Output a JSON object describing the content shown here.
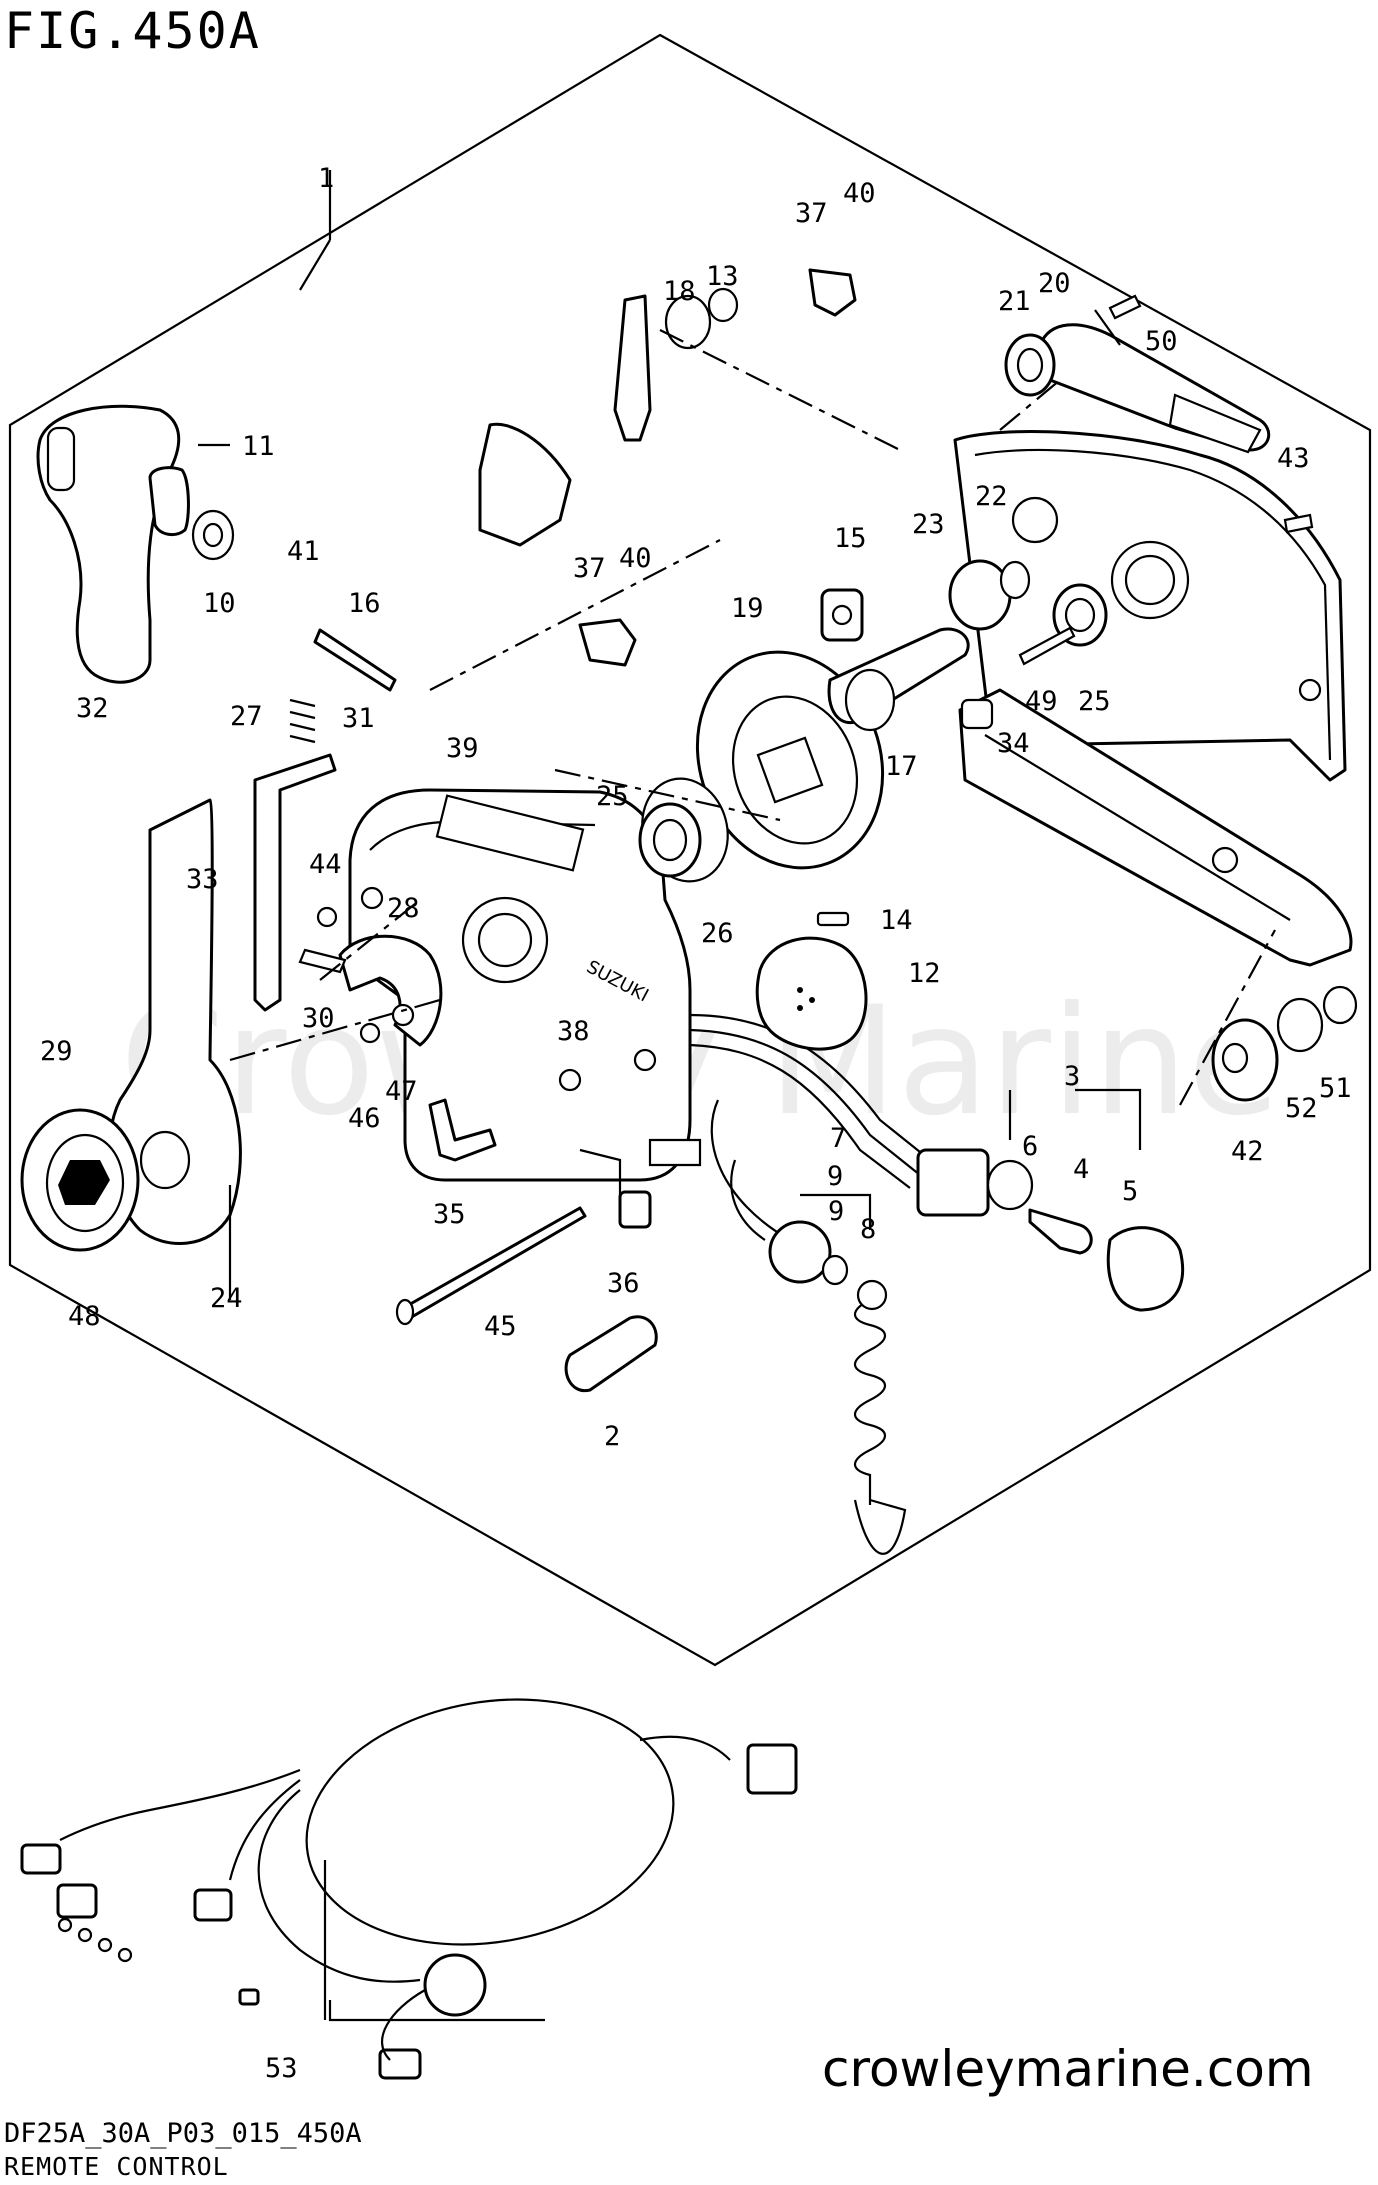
{
  "header": {
    "figure": "FIG.450A"
  },
  "footer": {
    "code": "DF25A_30A_P03_015_450A",
    "name": "REMOTE CONTROL"
  },
  "brand": {
    "site": "crowleymarine.com",
    "watermark": "Crowley Marine",
    "engraving": "SUZUKI"
  },
  "callouts": [
    "1",
    "2",
    "3",
    "4",
    "5",
    "6",
    "7",
    "8",
    "9",
    "9",
    "10",
    "11",
    "12",
    "13",
    "14",
    "15",
    "16",
    "17",
    "18",
    "19",
    "20",
    "21",
    "22",
    "23",
    "24",
    "25",
    "25",
    "26",
    "27",
    "28",
    "29",
    "30",
    "31",
    "32",
    "33",
    "34",
    "35",
    "36",
    "37",
    "37",
    "38",
    "39",
    "40",
    "40",
    "41",
    "42",
    "43",
    "44",
    "45",
    "46",
    "47",
    "48",
    "49",
    "50",
    "51",
    "52",
    "53"
  ],
  "colors": {
    "ink": "#000000",
    "paper": "#ffffff"
  }
}
